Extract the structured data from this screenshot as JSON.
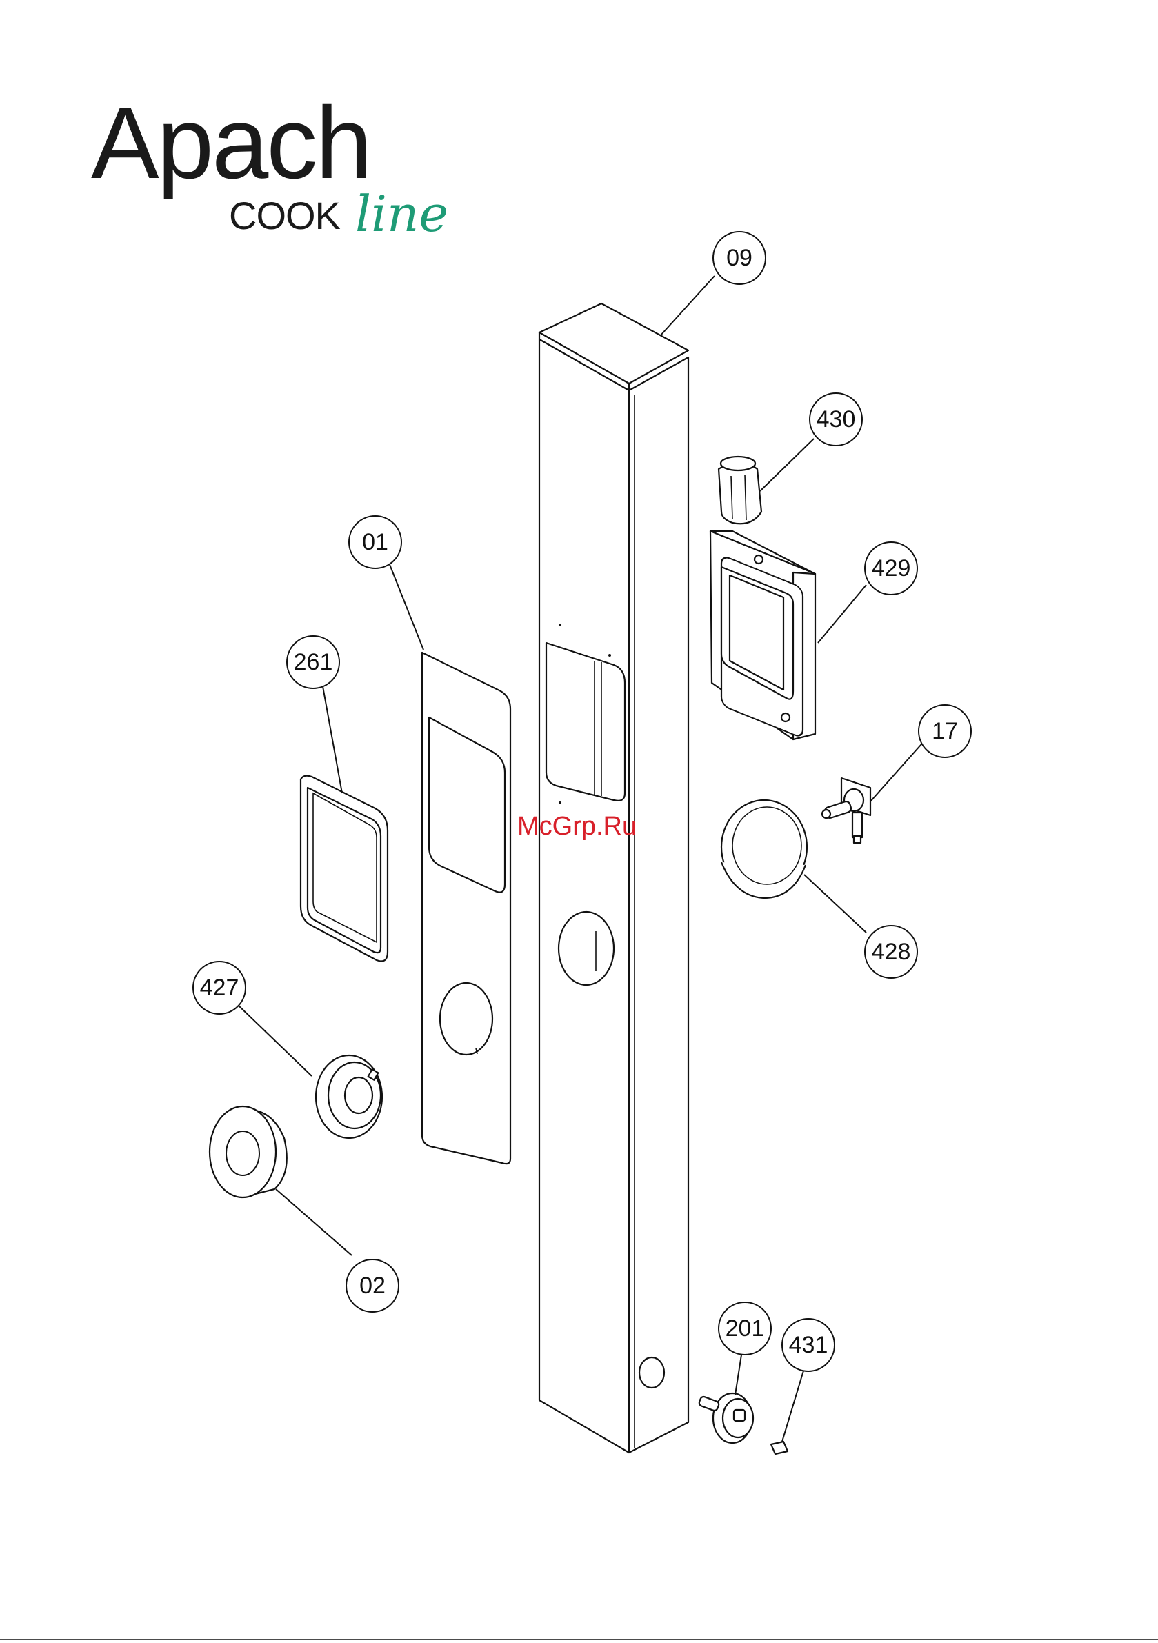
{
  "brand": {
    "name": "Apach",
    "sub_cook": "COOK",
    "sub_line": "line",
    "line_color": "#1e9b76"
  },
  "watermark": {
    "text": "McGrp.Ru",
    "color": "#d8202a"
  },
  "callouts": [
    {
      "id": "09",
      "label": "09"
    },
    {
      "id": "430",
      "label": "430"
    },
    {
      "id": "01",
      "label": "01"
    },
    {
      "id": "429",
      "label": "429"
    },
    {
      "id": "261",
      "label": "261"
    },
    {
      "id": "17",
      "label": "17"
    },
    {
      "id": "428",
      "label": "428"
    },
    {
      "id": "427",
      "label": "427"
    },
    {
      "id": "02",
      "label": "02"
    },
    {
      "id": "201",
      "label": "201"
    },
    {
      "id": "431",
      "label": "431"
    }
  ]
}
